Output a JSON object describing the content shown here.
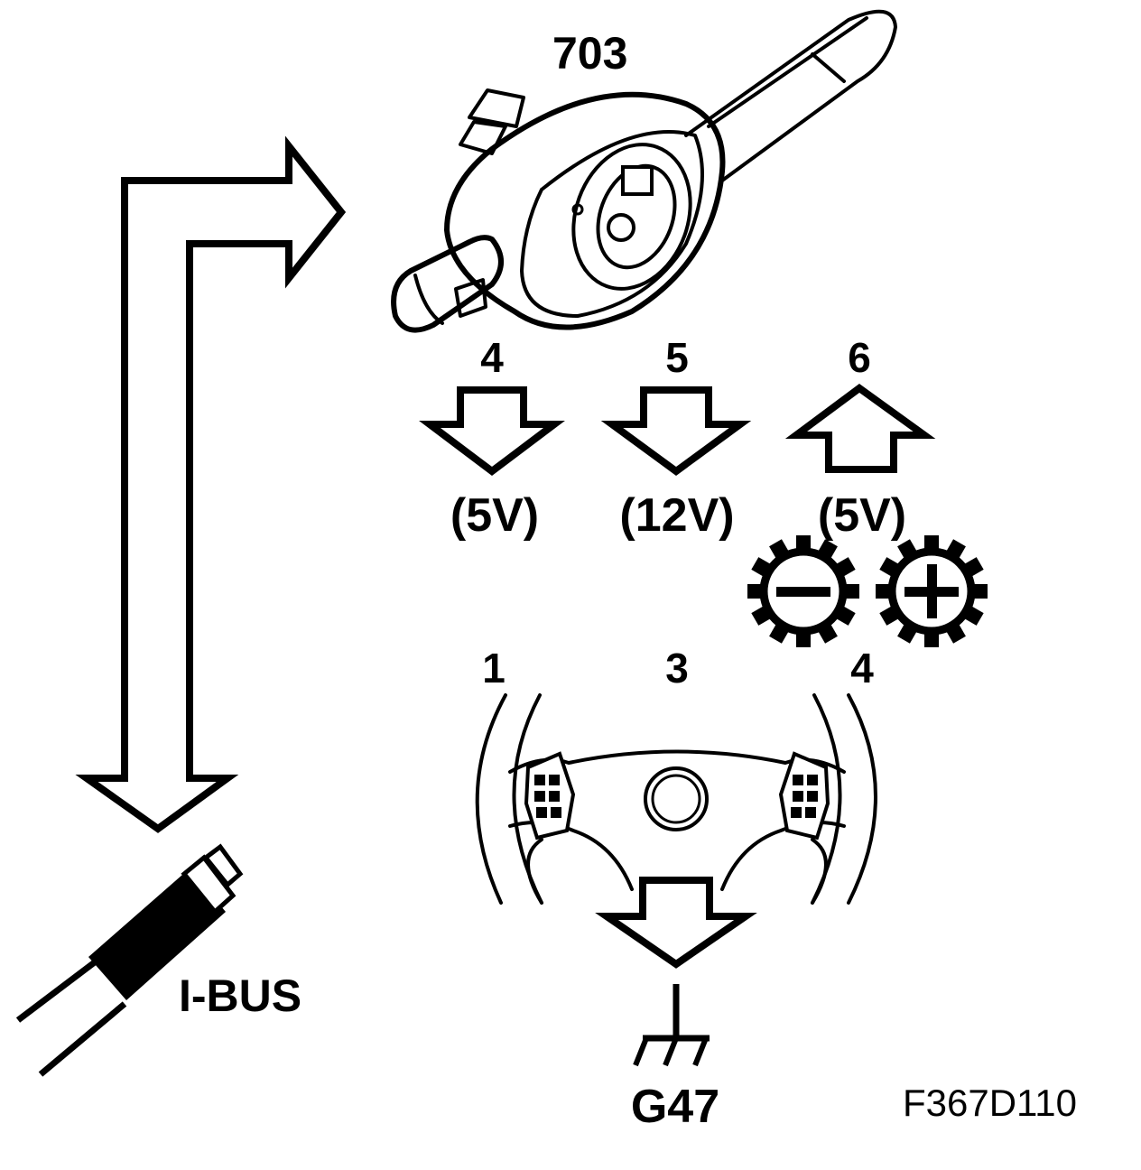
{
  "component": {
    "number": "703"
  },
  "pins": {
    "pin4": {
      "number": "4",
      "voltage": "(5V)",
      "direction": "down"
    },
    "pin5": {
      "number": "5",
      "voltage": "(12V)",
      "direction": "down"
    },
    "pin6": {
      "number": "6",
      "voltage": "(5V)",
      "direction": "up"
    }
  },
  "gear_icons": [
    "gear-minus-icon",
    "gear-plus-icon"
  ],
  "steering_wheel": {
    "left_pin": "1",
    "center_pin": "3",
    "right_pin": "4"
  },
  "bus": {
    "label": "I-BUS"
  },
  "ground": {
    "label": "G47"
  },
  "figure_ref": "F367D110"
}
